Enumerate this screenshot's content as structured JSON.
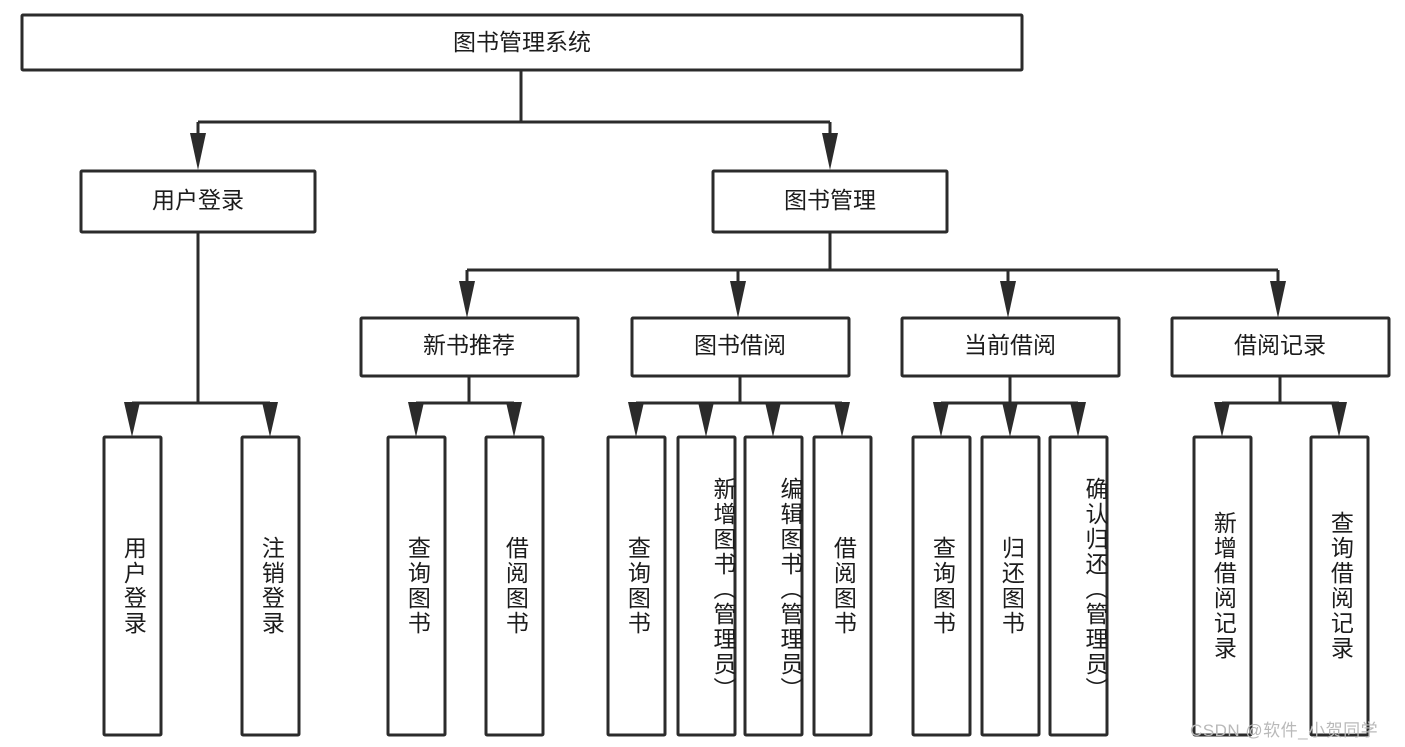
{
  "diagram": {
    "type": "tree",
    "title": "图书管理系统",
    "watermark": "CSDN @软件_小贺同学",
    "colors": {
      "stroke": "#2b2b2b",
      "fill": "#ffffff",
      "text": "#1c1c1c",
      "watermark": "#b9b9b9"
    },
    "root": {
      "label": "图书管理系统"
    },
    "level1": [
      {
        "label": "用户登录"
      },
      {
        "label": "图书管理"
      }
    ],
    "level2": [
      {
        "label": "新书推荐"
      },
      {
        "label": "图书借阅"
      },
      {
        "label": "当前借阅"
      },
      {
        "label": "借阅记录"
      }
    ],
    "leaves": {
      "user_login": [
        {
          "label": "用户登录"
        },
        {
          "label": "注销登录"
        }
      ],
      "new_book": [
        {
          "label": "查询图书"
        },
        {
          "label": "借阅图书"
        }
      ],
      "book_borrow": [
        {
          "label": "查询图书"
        },
        {
          "label": "新增图书（管理员）"
        },
        {
          "label": "编辑图书（管理员）"
        },
        {
          "label": "借阅图书"
        }
      ],
      "current_borrow": [
        {
          "label": "查询图书"
        },
        {
          "label": "归还图书"
        },
        {
          "label": "确认归还（管理员）"
        }
      ],
      "borrow_record": [
        {
          "label": "新增借阅记录"
        },
        {
          "label": "查询借阅记录"
        }
      ]
    }
  }
}
